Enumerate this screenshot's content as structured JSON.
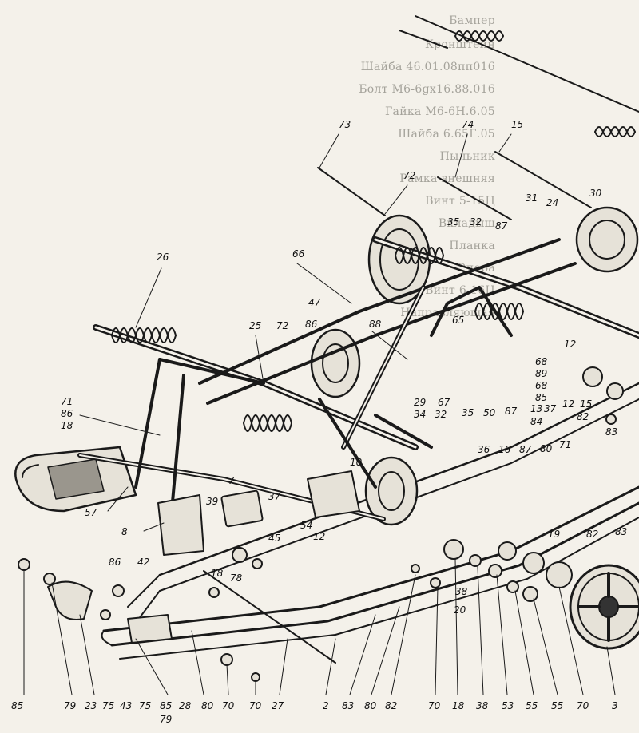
{
  "background_text": [
    "Бампер",
    "Кронштейн",
    "Шайба 46.01.08пп016",
    "Болт М6-6gх16.88.016",
    "Гайка М6-6Н.6.05",
    "Шайба 6.65Г.05",
    "Пыльник",
    "Рамка внешняя",
    "Винт 5-15Ц",
    "Вкладыш",
    "Планка",
    "Опора",
    "Винт 6-16Ц",
    "Направляющая"
  ],
  "labels": [
    {
      "id": "73",
      "text": "73"
    },
    {
      "id": "74",
      "text": "74"
    },
    {
      "id": "15a",
      "text": "15"
    },
    {
      "id": "72a",
      "text": "72"
    },
    {
      "id": "35a",
      "text": "35"
    },
    {
      "id": "32a",
      "text": "32"
    },
    {
      "id": "87a",
      "text": "87"
    },
    {
      "id": "31",
      "text": "31"
    },
    {
      "id": "24",
      "text": "24"
    },
    {
      "id": "30",
      "text": "30"
    },
    {
      "id": "26",
      "text": "26"
    },
    {
      "id": "66",
      "text": "66"
    },
    {
      "id": "47",
      "text": "47"
    },
    {
      "id": "86a",
      "text": "86"
    },
    {
      "id": "25",
      "text": "25"
    },
    {
      "id": "72b",
      "text": "72"
    },
    {
      "id": "88",
      "text": "88"
    },
    {
      "id": "65",
      "text": "65"
    },
    {
      "id": "12a",
      "text": "12"
    },
    {
      "id": "71a",
      "text": "71"
    },
    {
      "id": "86b",
      "text": "86"
    },
    {
      "id": "18a",
      "text": "18"
    },
    {
      "id": "29",
      "text": "29"
    },
    {
      "id": "67",
      "text": "67"
    },
    {
      "id": "34",
      "text": "34"
    },
    {
      "id": "32b",
      "text": "32"
    },
    {
      "id": "35b",
      "text": "35"
    },
    {
      "id": "50",
      "text": "50"
    },
    {
      "id": "87b",
      "text": "87"
    },
    {
      "id": "68a",
      "text": "68"
    },
    {
      "id": "89",
      "text": "89"
    },
    {
      "id": "68b",
      "text": "68"
    },
    {
      "id": "85a",
      "text": "85"
    },
    {
      "id": "13",
      "text": "13"
    },
    {
      "id": "37a",
      "text": "37"
    },
    {
      "id": "84",
      "text": "84"
    },
    {
      "id": "12b",
      "text": "12"
    },
    {
      "id": "15b",
      "text": "15"
    },
    {
      "id": "82a",
      "text": "82"
    },
    {
      "id": "83a",
      "text": "83"
    },
    {
      "id": "10",
      "text": "10"
    },
    {
      "id": "36",
      "text": "36"
    },
    {
      "id": "16",
      "text": "16"
    },
    {
      "id": "87c",
      "text": "87"
    },
    {
      "id": "80a",
      "text": "80"
    },
    {
      "id": "71b",
      "text": "71"
    },
    {
      "id": "7",
      "text": "7"
    },
    {
      "id": "37b",
      "text": "37"
    },
    {
      "id": "57",
      "text": "57"
    },
    {
      "id": "8",
      "text": "8"
    },
    {
      "id": "39",
      "text": "39"
    },
    {
      "id": "45",
      "text": "45"
    },
    {
      "id": "54",
      "text": "54"
    },
    {
      "id": "12c",
      "text": "12"
    },
    {
      "id": "19",
      "text": "19"
    },
    {
      "id": "82b",
      "text": "82"
    },
    {
      "id": "83b",
      "text": "83"
    },
    {
      "id": "86c",
      "text": "86"
    },
    {
      "id": "42",
      "text": "42"
    },
    {
      "id": "18b",
      "text": "18"
    },
    {
      "id": "78",
      "text": "78"
    },
    {
      "id": "38a",
      "text": "38"
    },
    {
      "id": "20",
      "text": "20"
    },
    {
      "id": "85b",
      "text": "85"
    },
    {
      "id": "79a",
      "text": "79"
    },
    {
      "id": "23",
      "text": "23"
    },
    {
      "id": "75a",
      "text": "75"
    },
    {
      "id": "43",
      "text": "43"
    },
    {
      "id": "75b",
      "text": "75"
    },
    {
      "id": "85c",
      "text": "85"
    },
    {
      "id": "79b",
      "text": "79"
    },
    {
      "id": "28",
      "text": "28"
    },
    {
      "id": "80b",
      "text": "80"
    },
    {
      "id": "70a",
      "text": "70"
    },
    {
      "id": "70b",
      "text": "70"
    },
    {
      "id": "27",
      "text": "27"
    },
    {
      "id": "2",
      "text": "2"
    },
    {
      "id": "83c",
      "text": "83"
    },
    {
      "id": "80c",
      "text": "80"
    },
    {
      "id": "82c",
      "text": "82"
    },
    {
      "id": "70c",
      "text": "70"
    },
    {
      "id": "18c",
      "text": "18"
    },
    {
      "id": "38b",
      "text": "38"
    },
    {
      "id": "53",
      "text": "53"
    },
    {
      "id": "55a",
      "text": "55"
    },
    {
      "id": "55b",
      "text": "55"
    },
    {
      "id": "70d",
      "text": "70"
    },
    {
      "id": "3",
      "text": "3"
    }
  ]
}
